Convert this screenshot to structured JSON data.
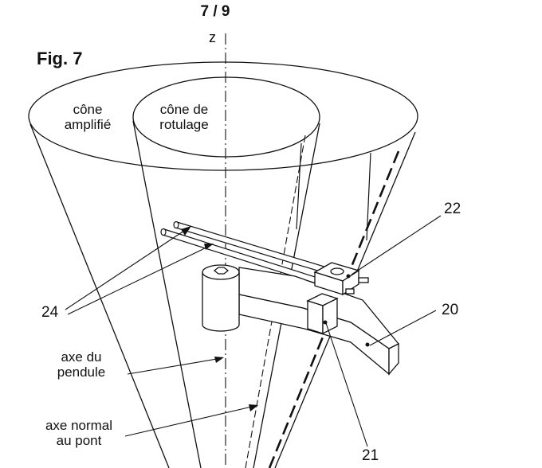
{
  "page_number": "7 / 9",
  "figure_title": "Fig. 7",
  "axis_label": "z",
  "labels": {
    "amplified_cone_line1": "cône",
    "amplified_cone_line2": "amplifié",
    "hinge_cone_line1": "cône de",
    "hinge_cone_line2": "rotulage",
    "pendulum_axis_line1": "axe du",
    "pendulum_axis_line2": "pendule",
    "normal_axis_line1": "axe normal",
    "normal_axis_line2": "au pont"
  },
  "reference_numbers": {
    "ref_20": "20",
    "ref_21": "21",
    "ref_22": "22",
    "ref_24": "24"
  },
  "colors": {
    "ink": "#111111",
    "background": "#ffffff"
  }
}
